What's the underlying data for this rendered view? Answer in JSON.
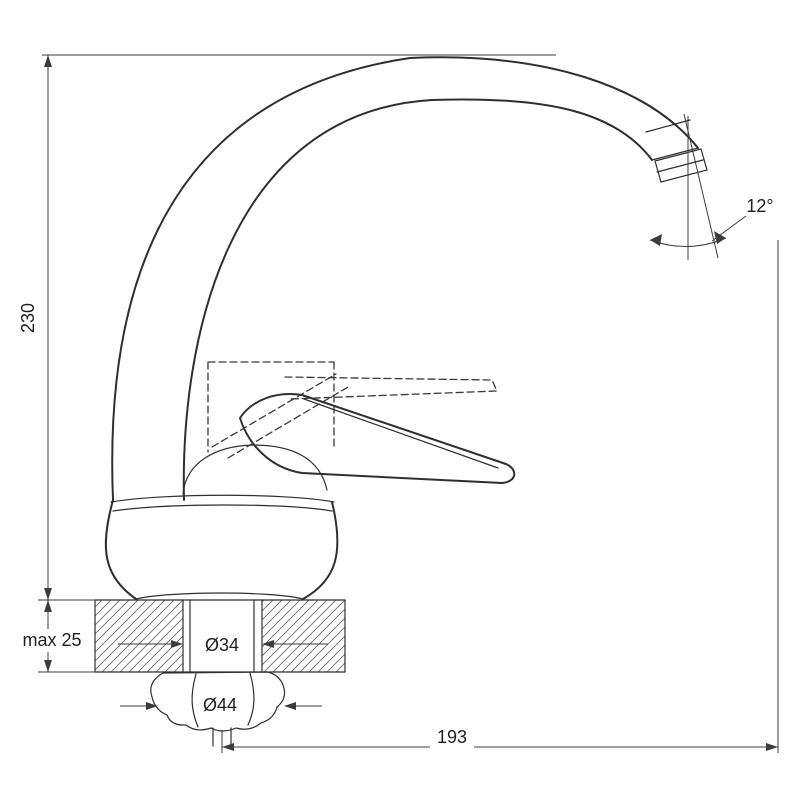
{
  "drawing": {
    "type": "faucet-dimensional-drawing",
    "colors": {
      "background": "#ffffff",
      "line": "#2f2f2f",
      "dimension": "#3c3c3c"
    },
    "labels": {
      "height": "230",
      "max_thickness": "max 25",
      "hole_diameter": "Ø34",
      "nut_diameter": "Ø44",
      "reach": "193",
      "spout_angle": "12°"
    }
  }
}
